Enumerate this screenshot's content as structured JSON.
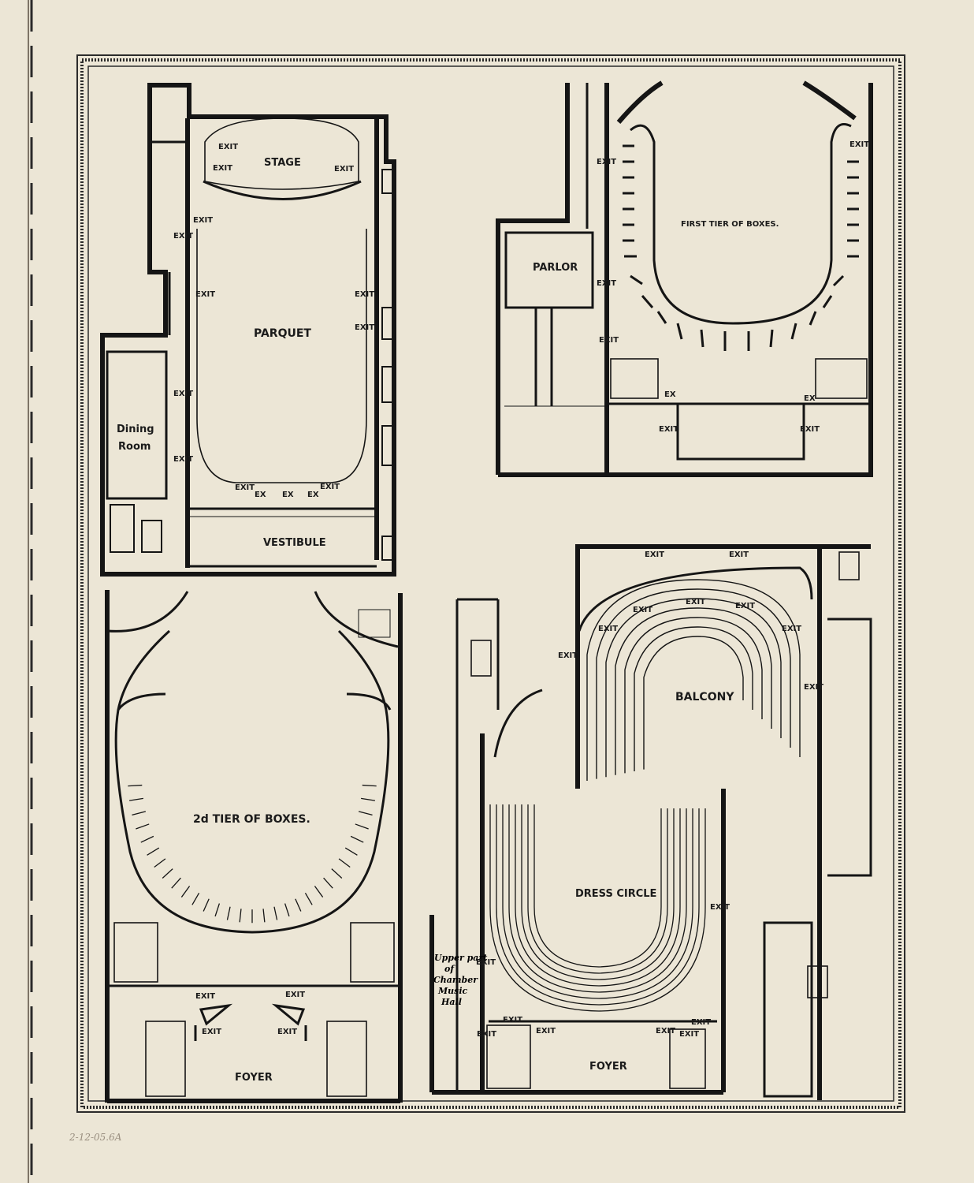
{
  "colors": {
    "paper": "#ece6d6",
    "ink": "#151515",
    "frame": "#2b2b2b",
    "pencil": "#9a8f80"
  },
  "plans": {
    "parquet": {
      "room_stage": "STAGE",
      "room_main": "PARQUET",
      "room_vestibule": "VESTIBULE",
      "room_dining": [
        "Dining",
        "Room"
      ],
      "exits": [
        "EXIT",
        "EXIT",
        "EXIT",
        "EXIT",
        "EXIT",
        "EXIT",
        "EXIT",
        "EXIT",
        "EXIT",
        "EXIT",
        "EXIT",
        "EXIT"
      ],
      "exits_short": [
        "EX",
        "EX",
        "EX"
      ]
    },
    "first_tier": {
      "title": "FIRST TIER OF BOXES.",
      "room_parlor": "PARLOR",
      "exits": [
        "EXIT",
        "EXIT",
        "EXIT",
        "EXIT",
        "EXIT",
        "EXIT"
      ],
      "exits_short": [
        "EX",
        "EX"
      ]
    },
    "second_tier": {
      "title": "2d TIER OF BOXES.",
      "room_foyer": "FOYER",
      "exits": [
        "EXIT",
        "EXIT",
        "EXIT",
        "EXIT"
      ]
    },
    "balcony": {
      "room_balcony": "BALCONY",
      "room_dress_circle": "DRESS CIRCLE",
      "room_foyer": "FOYER",
      "note": [
        "Upper part",
        "of",
        "Chamber",
        "Music",
        "Hall"
      ],
      "exits_top": [
        "EXIT",
        "EXIT"
      ],
      "exits_arc": [
        "EXIT",
        "EXIT",
        "EXIT",
        "EXIT",
        "EXIT"
      ],
      "exits_side": [
        "EXIT",
        "EXIT",
        "EXIT",
        "EXIT"
      ],
      "exits_bottom": [
        "EXIT",
        "EXIT",
        "EXIT",
        "EXIT",
        "EXIT",
        "EXIT"
      ]
    }
  },
  "pencil_note": "2-12-05.6A"
}
